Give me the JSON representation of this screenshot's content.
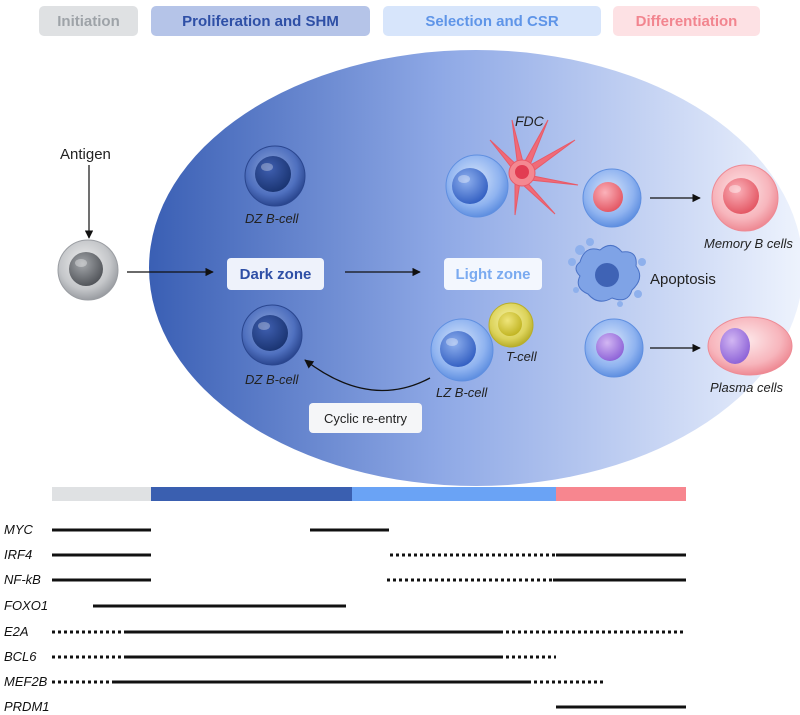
{
  "stages": [
    {
      "label": "Initiation",
      "bg": "#dfe1e3",
      "fg": "#9ea3a8"
    },
    {
      "label": "Proliferation and SHM",
      "bg": "#b5c4e8",
      "fg": "#2e4fa6"
    },
    {
      "label": "Selection and CSR",
      "bg": "#d7e5fb",
      "fg": "#5f95e8"
    },
    {
      "label": "Differentiation",
      "bg": "#fde1e4",
      "fg": "#f2858f"
    }
  ],
  "labels": {
    "antigen": "Antigen",
    "dark_zone": "Dark zone",
    "light_zone": "Light zone",
    "dz_bcell_top": "DZ B-cell",
    "dz_bcell_bottom": "DZ B-cell",
    "lz_bcell": "LZ B-cell",
    "t_cell": "T-cell",
    "fdc": "FDC",
    "cyclic": "Cyclic re-entry",
    "memory": "Memory B cells",
    "apoptosis": "Apoptosis",
    "plasma": "Plasma cells"
  },
  "colors": {
    "initiation": "#dfe1e3",
    "proliferation": "#3a5fb0",
    "selection": "#6aa3f5",
    "differentiation": "#f7868f"
  },
  "genes": [
    "MYC",
    "IRF4",
    "NF-kB",
    "FOXO1",
    "E2A",
    "BCL6",
    "MEF2B",
    "PRDM1"
  ]
}
